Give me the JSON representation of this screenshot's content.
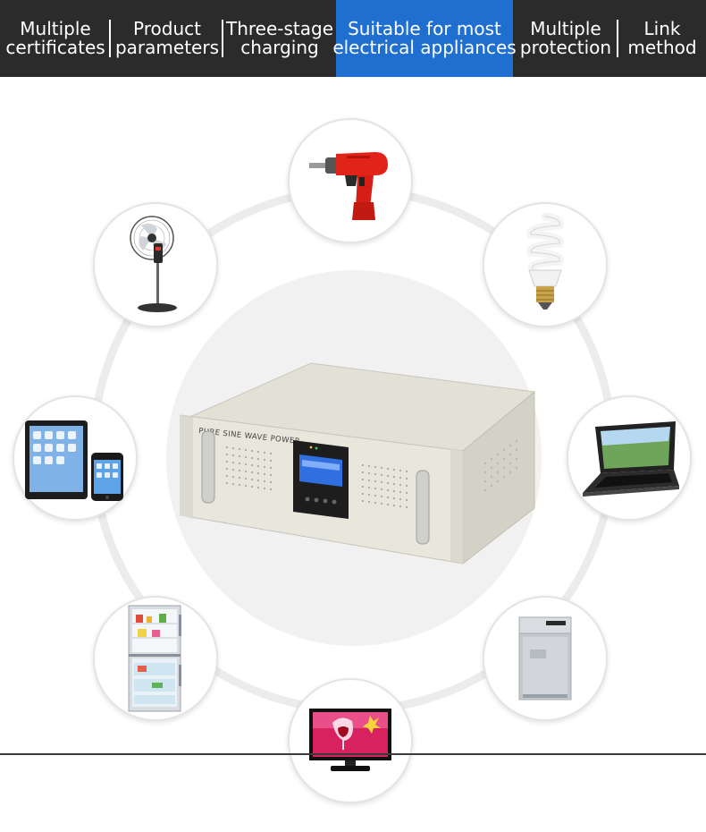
{
  "tabs": [
    {
      "line1": "Multiple",
      "line2": "certificates",
      "active": false
    },
    {
      "line1": "Product",
      "line2": "parameters",
      "active": false
    },
    {
      "line1": "Three-stage",
      "line2": "charging",
      "active": false
    },
    {
      "line1": "Suitable for most",
      "line2": "electrical appliances",
      "active": true
    },
    {
      "line1": "Multiple",
      "line2": "protection",
      "active": false
    },
    {
      "line1": "Link",
      "line2": "method",
      "active": false
    }
  ],
  "colors": {
    "tab_bar": "#2b2b2b",
    "active_tab": "#1f6fd1",
    "ring": "#ececec"
  },
  "product": {
    "label": "PURE SINE WAVE POWER"
  },
  "appliances": [
    {
      "icon": "electric-drill-icon"
    },
    {
      "icon": "pedestal-fan-icon"
    },
    {
      "icon": "energy-saving-bulb-icon"
    },
    {
      "icon": "tablet-and-phone-icon"
    },
    {
      "icon": "laptop-icon"
    },
    {
      "icon": "refrigerator-icon"
    },
    {
      "icon": "washing-machine-icon"
    },
    {
      "icon": "television-icon"
    }
  ]
}
